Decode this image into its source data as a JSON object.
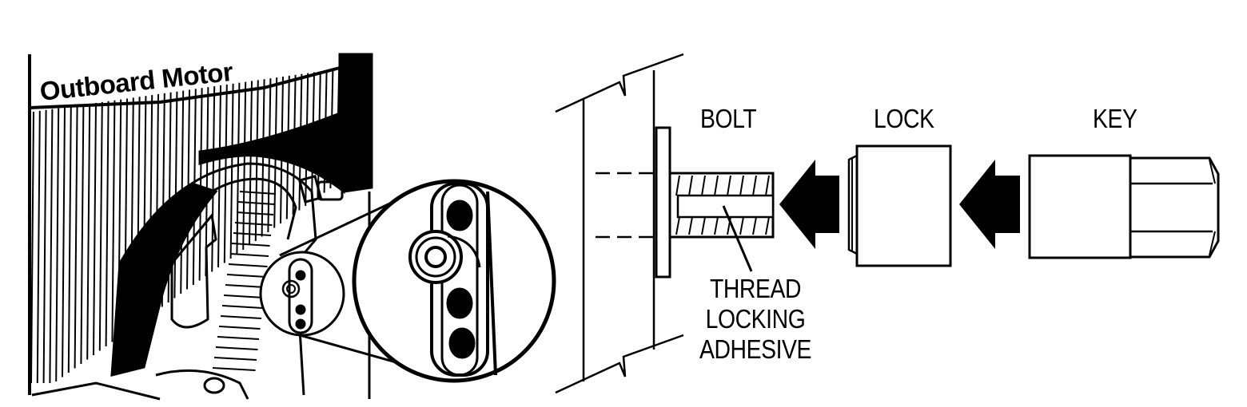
{
  "motor_illustration": {
    "brand_label": "Outboard Motor"
  },
  "labels": {
    "bolt": "BOLT",
    "lock": "LOCK",
    "key": "KEY",
    "adhesive_lines": [
      "THREAD",
      "LOCKING",
      "ADHESIVE"
    ]
  },
  "colors": {
    "ink": "#000000",
    "paper": "#ffffff"
  }
}
